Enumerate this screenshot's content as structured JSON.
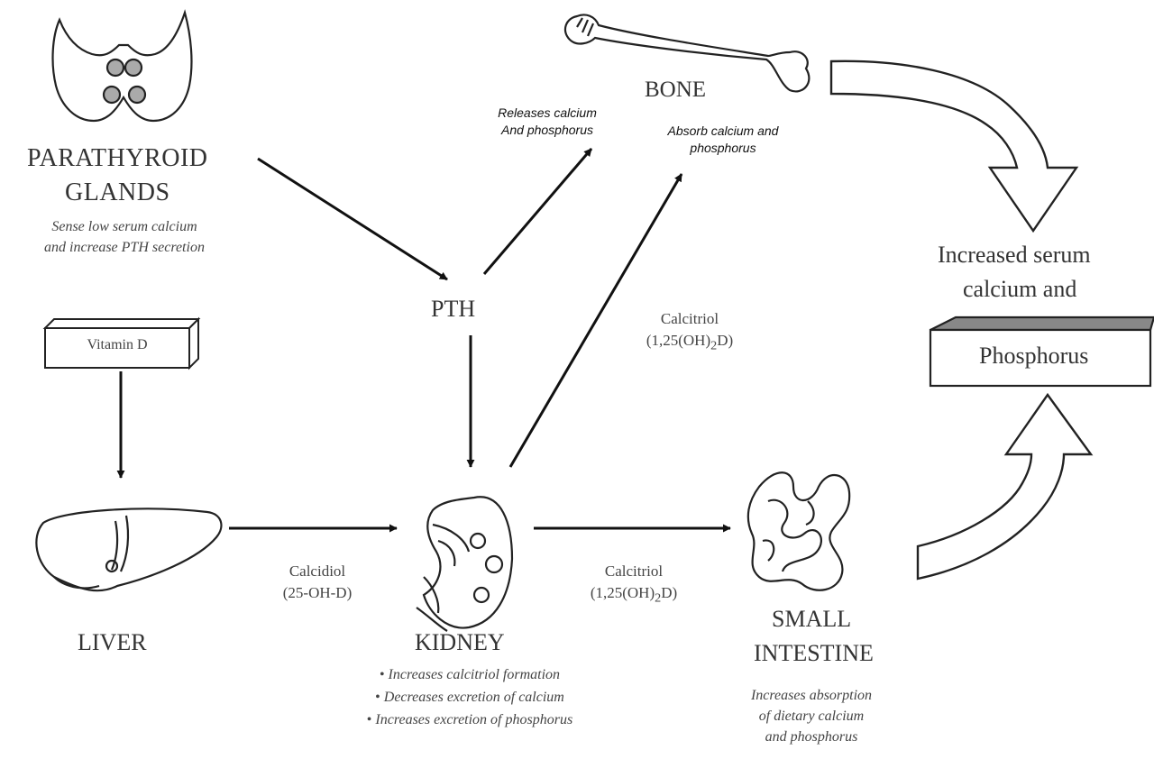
{
  "organs": {
    "parathyroid": {
      "title_line1": "PARATHYROID",
      "title_line2": "GLANDS",
      "desc_line1": "Sense low serum calcium",
      "desc_line2": "and increase PTH secretion"
    },
    "pth": {
      "label": "PTH"
    },
    "bone": {
      "title": "BONE",
      "releases_line1": "Releases calcium",
      "releases_line2": "And phosphorus",
      "absorb_line1": "Absorb calcium and",
      "absorb_line2": "phosphorus"
    },
    "vitamin_d": {
      "label": "Vitamin D"
    },
    "liver": {
      "title": "LIVER"
    },
    "kidney": {
      "title": "KIDNEY",
      "effects": [
        "Increases calcitriol formation",
        "Decreases excretion of calcium",
        "Increases excretion of phosphorus"
      ]
    },
    "small_intestine": {
      "title_line1": "SMALL",
      "title_line2": "INTESTINE",
      "desc_line1": "Increases absorption",
      "desc_line2": "of dietary calcium",
      "desc_line3": "and phosphorus"
    },
    "outcome": {
      "line1": "Increased serum",
      "line2": "calcium and",
      "box_label": "Phosphorus"
    }
  },
  "arrows": {
    "calcidiol": {
      "name": "Calcidiol",
      "formula": "(25-OH-D)"
    },
    "calcitriol_bone": {
      "name": "Calcitriol",
      "formula_pre": "(1,25(OH)",
      "formula_sub": "2",
      "formula_post": "D)"
    },
    "calcitriol_intestine": {
      "name": "Calcitriol",
      "formula_pre": "(1,25(OH)",
      "formula_sub": "2",
      "formula_post": "D)"
    }
  }
}
